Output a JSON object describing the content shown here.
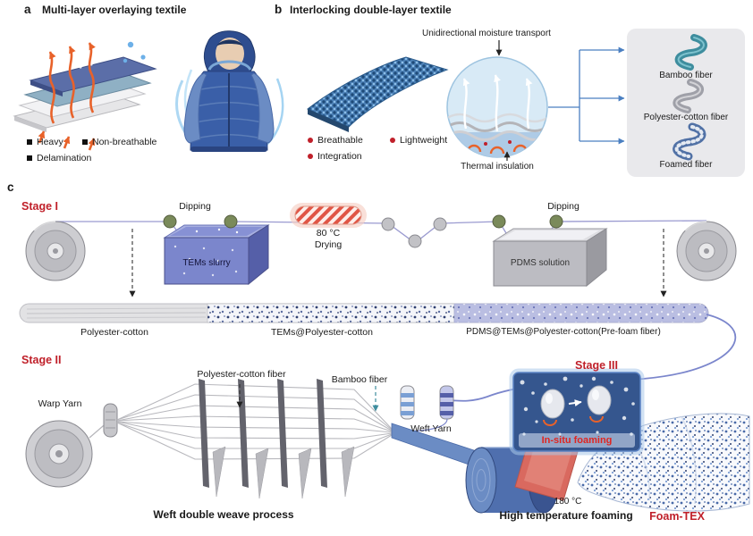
{
  "colors": {
    "accent_red": "#c0202a",
    "heat_orange": "#e8622a",
    "textile_blue": "#4d82b8",
    "fiber_purple": "#6b76c4",
    "bamboo_teal": "#3e8d9e",
    "panel_gray": "#e9e9ec"
  },
  "panel_a": {
    "tag": "a",
    "title": "Multi-layer overlaying textile",
    "legend": [
      {
        "label": "Heavy"
      },
      {
        "label": "Non-breathable"
      },
      {
        "label": "Delamination"
      }
    ]
  },
  "panel_b": {
    "tag": "b",
    "title": "Interlocking double-layer textile",
    "top_annotation": "Unidirectional moisture transport",
    "bottom_annotation": "Thermal insulation",
    "legend": [
      {
        "label": "Breathable"
      },
      {
        "label": "Lightweight"
      },
      {
        "label": "Integration"
      }
    ],
    "fiber_panel": {
      "bamboo": "Bamboo fiber",
      "polyester_cotton": "Polyester-cotton fiber",
      "foamed": "Foamed fiber"
    }
  },
  "panel_c": {
    "tag": "c",
    "stage1": {
      "title": "Stage I",
      "dipping": "Dipping",
      "tank1": "TEMs slurry",
      "drying_temp": "80 °C",
      "drying": "Drying",
      "tank2": "PDMS solution",
      "fiber1": "Polyester-cotton",
      "fiber2": "TEMs@Polyester-cotton",
      "fiber3": "PDMS@TEMs@Polyester-cotton(Pre-foam fiber)"
    },
    "stage2": {
      "title": "Stage II",
      "warp_yarn": "Warp Yarn",
      "polyester_fiber": "Polyester-cotton fiber",
      "bamboo_fiber": "Bamboo fiber",
      "weft_yarn": "Weft Yarn",
      "caption": "Weft double weave process"
    },
    "stage3": {
      "title": "Stage III",
      "insitu": "In-situ foaming",
      "temperature": "180 °C",
      "caption": "High temperature foaming",
      "product": "Foam-TEX"
    }
  }
}
